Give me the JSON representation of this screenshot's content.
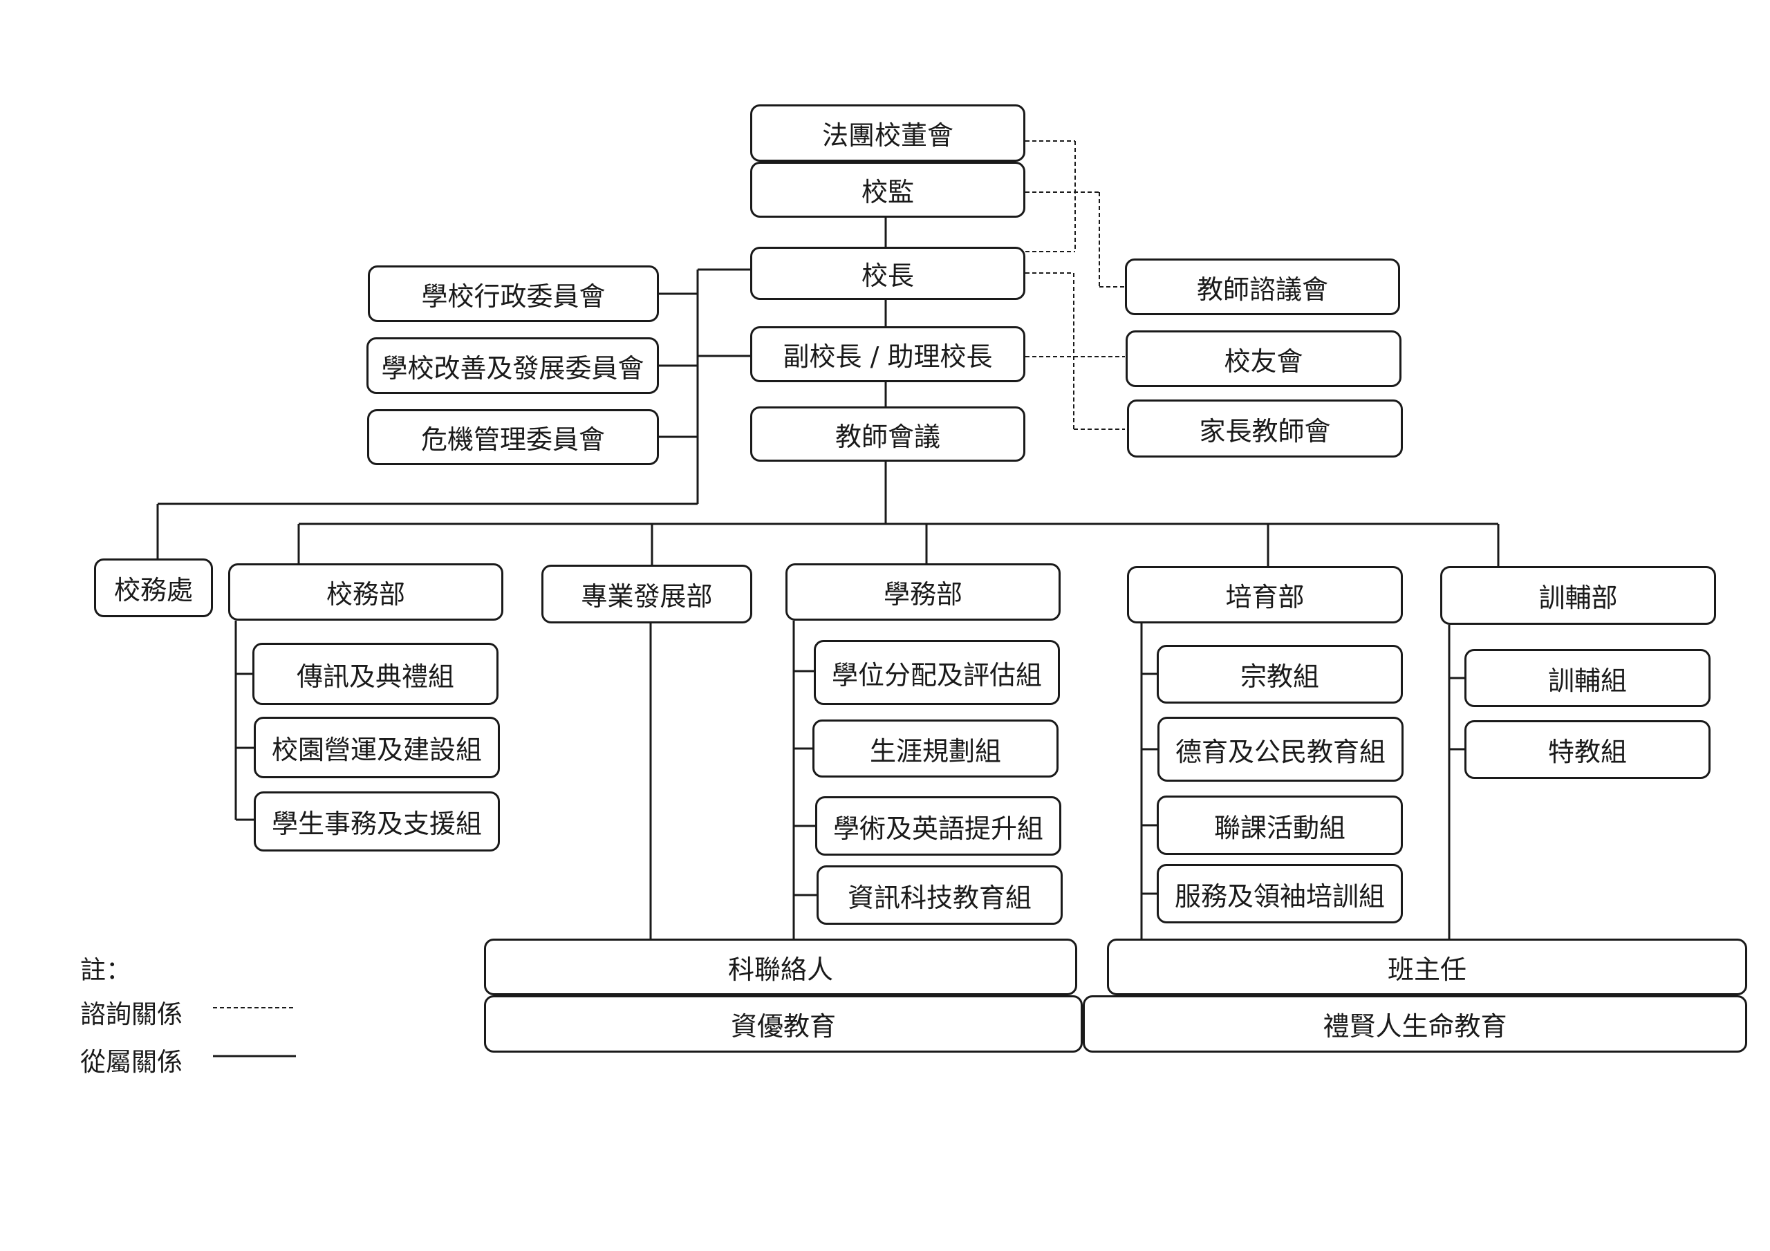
{
  "nodes": {
    "board": "法團校董會",
    "supervisor": "校監",
    "principal": "校長",
    "vice": "副校長 / 助理校長",
    "teachers_meeting": "教師會議",
    "admin_committee": "學校行政委員會",
    "improvement_committee": "學校改善及發展委員會",
    "crisis_committee": "危機管理委員會",
    "teacher_advisory": "教師諮議會",
    "alumni": "校友會",
    "pta": "家長教師會",
    "school_office": "校務處",
    "school_affairs_dept": "校務部",
    "prof_dev_dept": "專業發展部",
    "academic_dept": "學務部",
    "nurturing_dept": "培育部",
    "guidance_dept": "訓輔部",
    "comm_ceremony": "傳訊及典禮組",
    "campus_ops": "校園營運及建設組",
    "student_affairs": "學生事務及支援組",
    "allocation_assessment": "學位分配及評估組",
    "career_planning": "生涯規劃組",
    "academic_english": "學術及英語提升組",
    "it_education": "資訊科技教育組",
    "religious": "宗教組",
    "moral_civic": "德育及公民教育組",
    "ecas": "聯課活動組",
    "service_leadership": "服務及領袖培訓組",
    "guidance_team": "訓輔組",
    "special_ed": "特教組",
    "subject_coordinators": "科聯絡人",
    "class_teachers": "班主任",
    "gifted_education": "資優教育",
    "life_education": "禮賢人生命教育"
  },
  "legend": {
    "note": "註：",
    "advisory": "諮詢關係",
    "subordinate": "從屬關係"
  },
  "colors": {
    "line": "#1a1a1a",
    "background": "#ffffff"
  }
}
